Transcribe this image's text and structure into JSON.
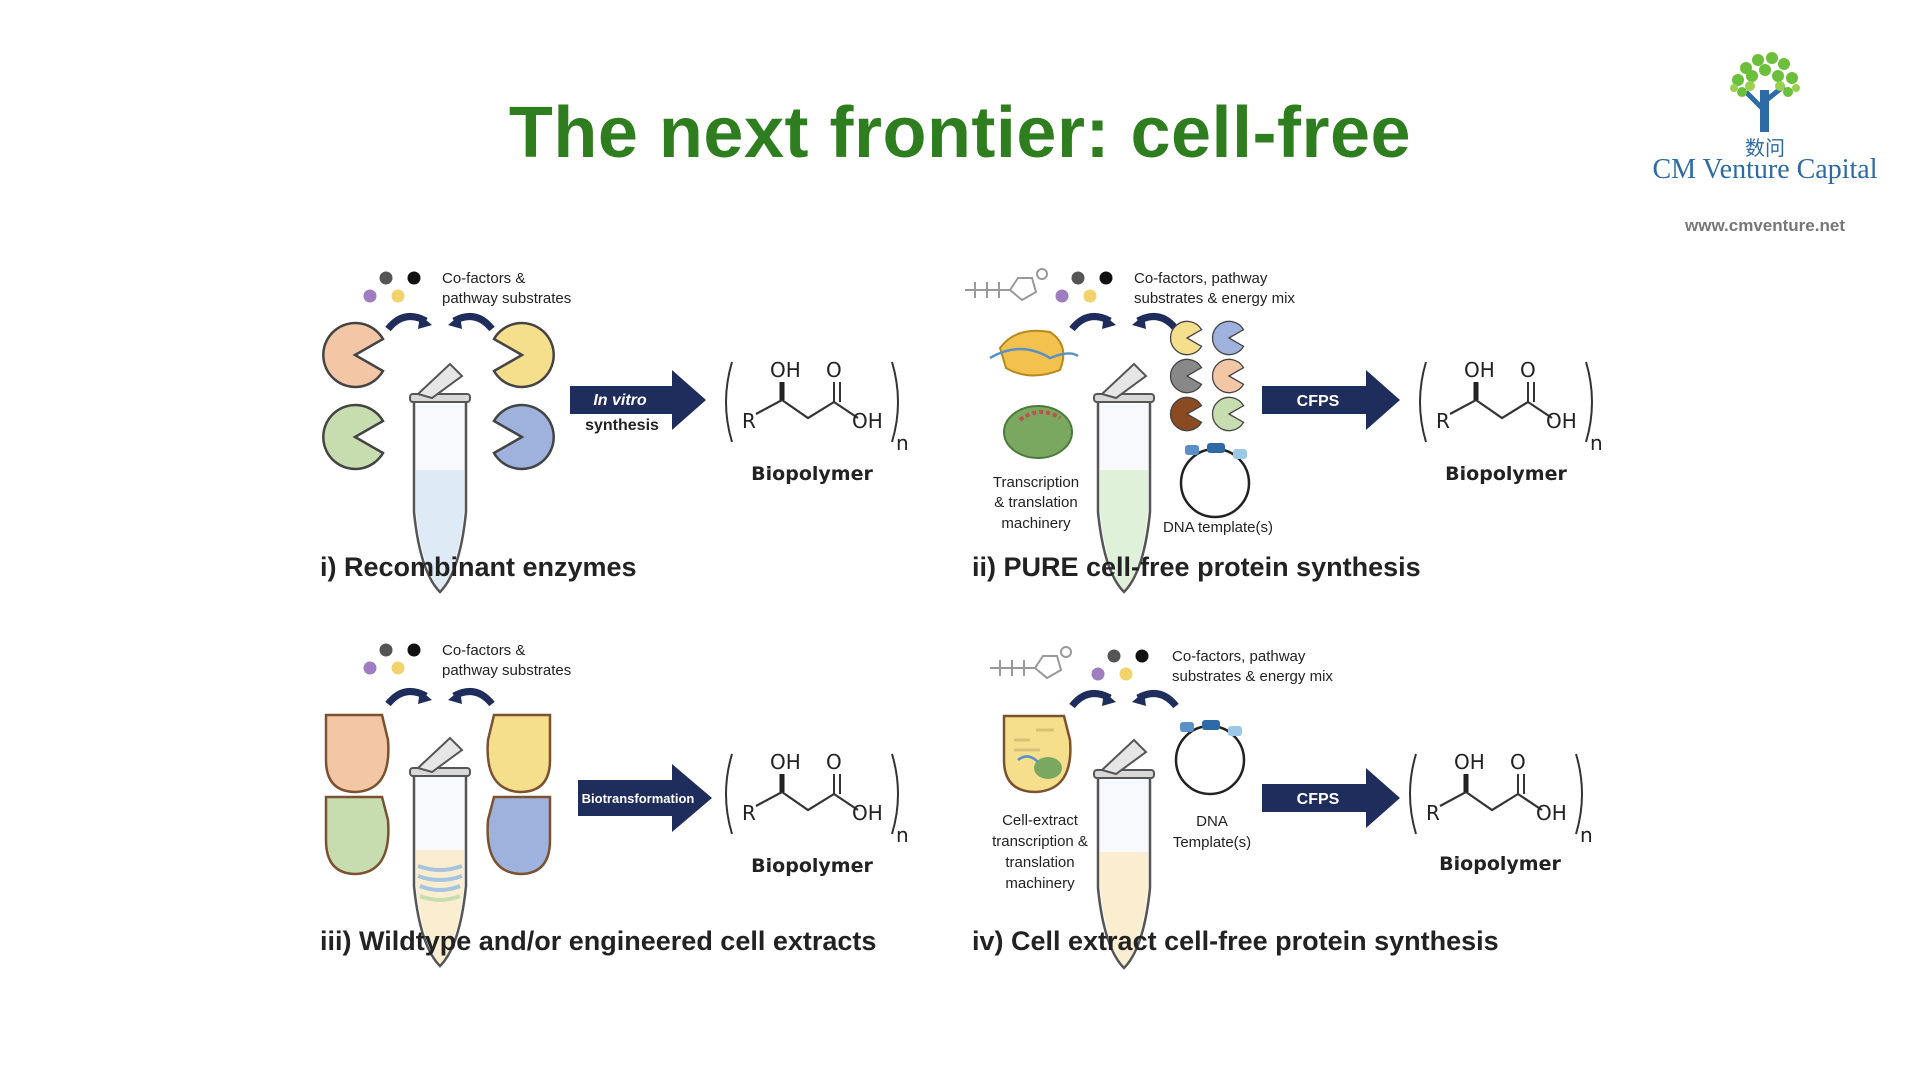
{
  "slide": {
    "title": "The next frontier: cell-free"
  },
  "logo": {
    "chinese": "数问",
    "name": "CM Venture Capital",
    "url": "www.cmventure.net"
  },
  "panels": [
    {
      "caption": "i) Recombinant enzymes",
      "cofactor_line1": "Co-factors &",
      "cofactor_line2": "pathway substrates",
      "arrow_line1": "In vitro",
      "arrow_line2": "synthesis",
      "product": "Biopolymer"
    },
    {
      "caption": "ii) PURE cell-free protein synthesis",
      "cofactor_line1": "Co-factors, pathway",
      "cofactor_line2": "substrates & energy mix",
      "machinery_line1": "Transcription",
      "machinery_line2": "& translation",
      "machinery_line3": "machinery",
      "dna_line1": "DNA template(s)",
      "arrow_line1": "CFPS",
      "product": "Biopolymer"
    },
    {
      "caption": "iii) Wildtype and/or engineered cell extracts",
      "cofactor_line1": "Co-factors &",
      "cofactor_line2": "pathway substrates",
      "arrow_line1": "Biotransformation",
      "product": "Biopolymer"
    },
    {
      "caption": "iv) Cell extract cell-free protein synthesis",
      "cofactor_line1": "Co-factors, pathway",
      "cofactor_line2": "substrates & energy mix",
      "machinery_line1": "Cell-extract",
      "machinery_line2": "transcription &",
      "machinery_line3": "translation",
      "machinery_line4": "machinery",
      "dna_line1": "DNA",
      "dna_line2": "Template(s)",
      "arrow_line1": "CFPS",
      "product": "Biopolymer"
    }
  ],
  "chemistry": {
    "oh": "OH",
    "o": "O",
    "r": "R",
    "n": "n"
  },
  "colors": {
    "title_green": "#2e7d1e",
    "arrow_navy": "#1f2d5c",
    "enzyme_peach": "#f3c6a5",
    "enzyme_yellow": "#f6df8c",
    "enzyme_green": "#c7ddb0",
    "enzyme_blue": "#9fb2de",
    "logo_blue": "#2d6aa6"
  }
}
